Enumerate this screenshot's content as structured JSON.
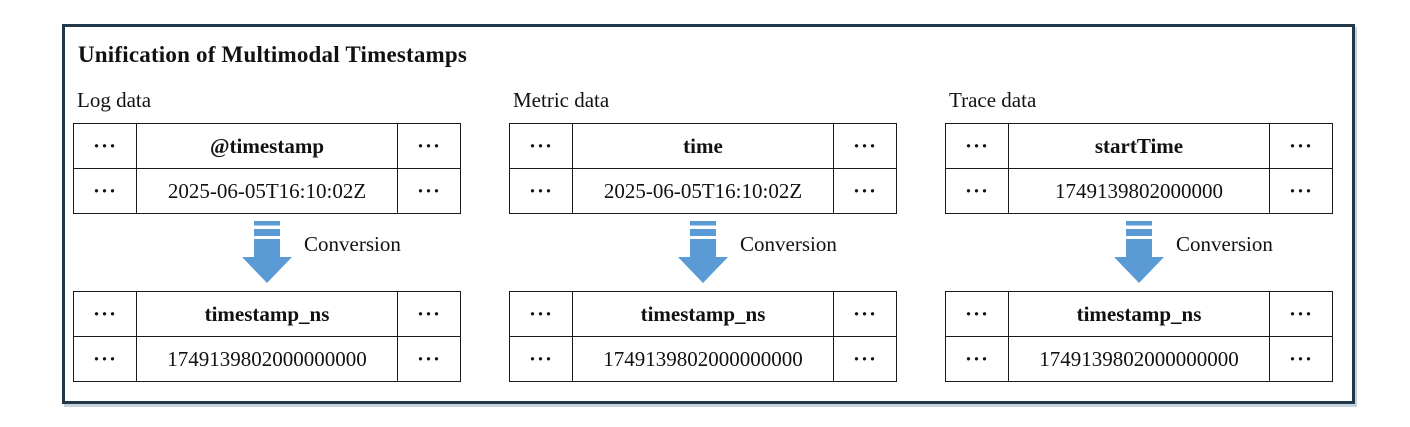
{
  "title": "Unification of Multimodal Timestamps",
  "conversion_label": "Conversion",
  "ellipsis": "···",
  "colors": {
    "frame_border": "#20384a",
    "table_border": "#1a1a1a",
    "arrow_fill": "#5b9bd5",
    "background": "#ffffff"
  },
  "columns": [
    {
      "label": "Log data",
      "source_table": {
        "header": "@timestamp",
        "value": "2025-06-05T16:10:02Z"
      },
      "target_table": {
        "header": "timestamp_ns",
        "value": "1749139802000000000"
      }
    },
    {
      "label": "Metric data",
      "source_table": {
        "header": "time",
        "value": "2025-06-05T16:10:02Z"
      },
      "target_table": {
        "header": "timestamp_ns",
        "value": "1749139802000000000"
      }
    },
    {
      "label": "Trace data",
      "source_table": {
        "header": "startTime",
        "value": "1749139802000000"
      },
      "target_table": {
        "header": "timestamp_ns",
        "value": "1749139802000000000"
      }
    }
  ]
}
